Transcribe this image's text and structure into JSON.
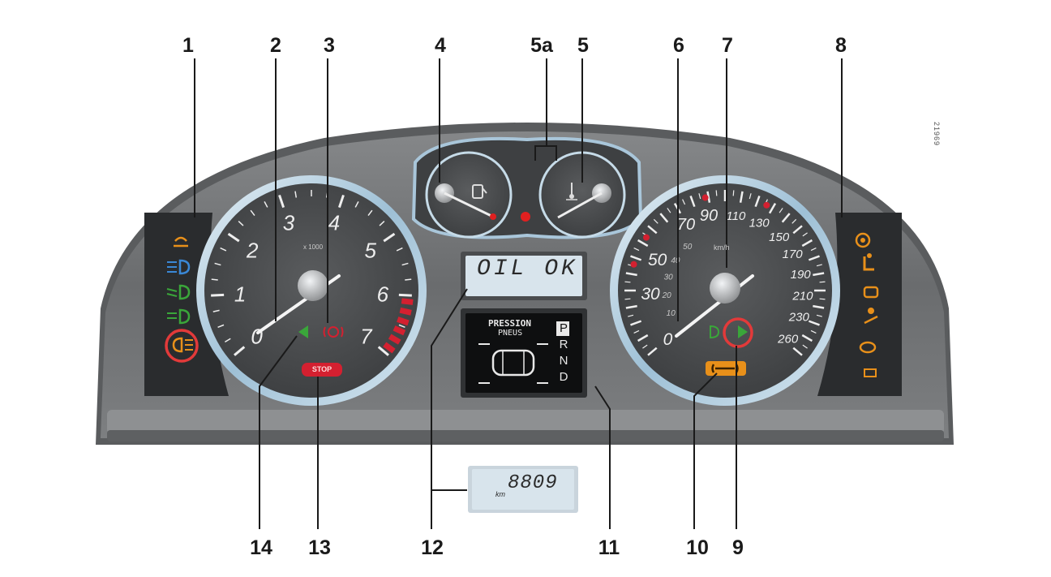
{
  "callouts": {
    "c1": "1",
    "c2": "2",
    "c3": "3",
    "c4": "4",
    "c5a": "5a",
    "c5": "5",
    "c6": "6",
    "c7": "7",
    "c8": "8",
    "c9": "9",
    "c10": "10",
    "c11": "11",
    "c12": "12",
    "c13": "13",
    "c14": "14"
  },
  "figure_code": "21969",
  "tachometer": {
    "scale_labels": [
      "0",
      "1",
      "2",
      "3",
      "4",
      "5",
      "6",
      "7"
    ],
    "unit": "x 1000"
  },
  "speedometer": {
    "outer_labels": [
      "70",
      "90",
      "110",
      "130",
      "150",
      "170",
      "190",
      "210",
      "230",
      "260"
    ],
    "inner_labels": [
      "10",
      "20",
      "30",
      "40",
      "50"
    ],
    "outer_left_labels": [
      "0",
      "30",
      "50"
    ],
    "unit": "km/h"
  },
  "display_top": {
    "text": "OIL OK"
  },
  "display_center": {
    "title_line1": "PRESSION",
    "title_line2": "PNEUS",
    "gear_selector": [
      "P",
      "R",
      "N",
      "D"
    ],
    "active_gear": "P"
  },
  "odometer": {
    "value": "8809",
    "unit": "km"
  },
  "stop_lamp": {
    "text": "STOP"
  },
  "colors": {
    "dash_body": "#6e7072",
    "gauge_face": "#4a4c4e",
    "rim": "#b9d2e2",
    "redzone": "#d42030",
    "warning_orange": "#e8901a",
    "indicator_green": "#3aa63a",
    "lcd": "#d8e4ec",
    "highlight_circle": "#e23a3a"
  }
}
